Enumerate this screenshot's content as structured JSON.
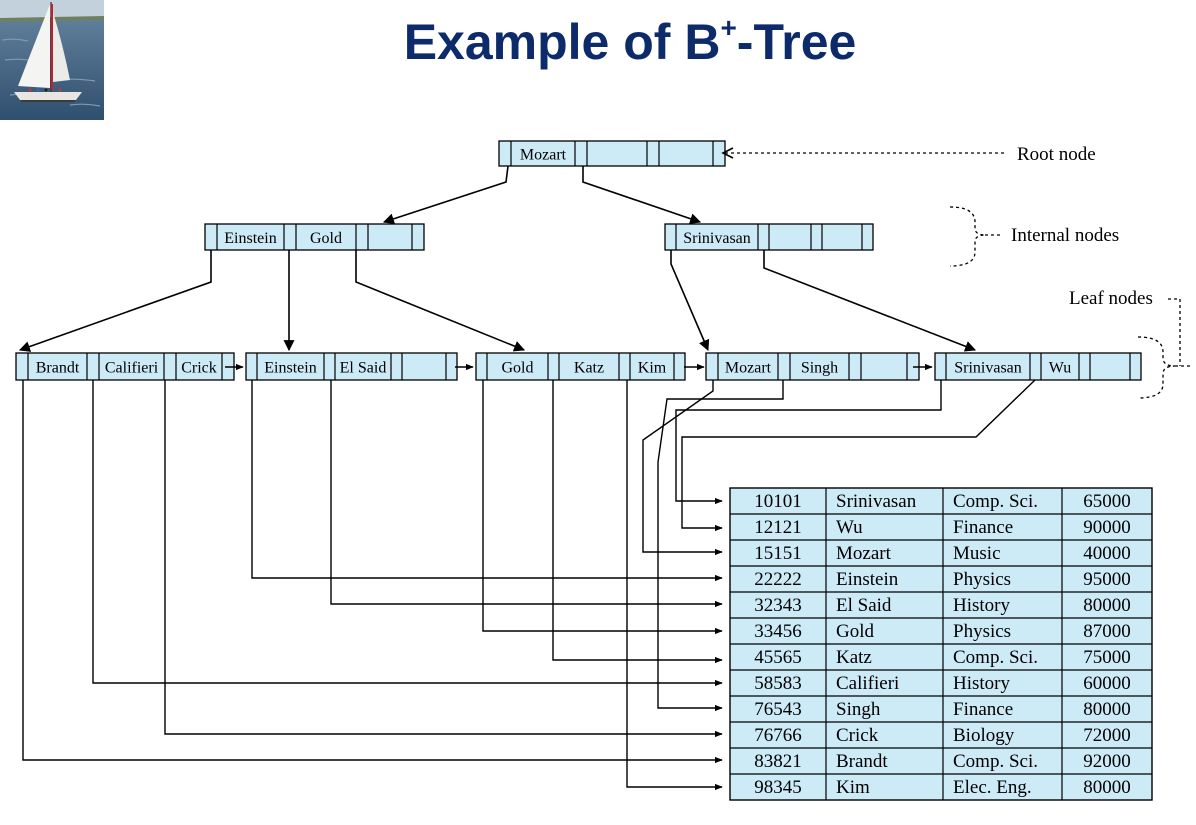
{
  "title": {
    "main": "Example of B",
    "sup": "+",
    "rest": "-Tree"
  },
  "annotations": {
    "root": "Root node",
    "internal": "Internal nodes",
    "leaf": "Leaf nodes"
  },
  "nodes": {
    "root": {
      "keys": [
        "Mozart"
      ]
    },
    "internal_left": {
      "keys": [
        "Einstein",
        "Gold"
      ]
    },
    "internal_right": {
      "keys": [
        "Srinivasan"
      ]
    },
    "leaf1": {
      "keys": [
        "Brandt",
        "Califieri",
        "Crick"
      ]
    },
    "leaf2": {
      "keys": [
        "Einstein",
        "El Said"
      ]
    },
    "leaf3": {
      "keys": [
        "Gold",
        "Katz",
        "Kim"
      ]
    },
    "leaf4": {
      "keys": [
        "Mozart",
        "Singh"
      ]
    },
    "leaf5": {
      "keys": [
        "Srinivasan",
        "Wu"
      ]
    }
  },
  "table": {
    "rows": [
      [
        "10101",
        "Srinivasan",
        "Comp. Sci.",
        "65000"
      ],
      [
        "12121",
        "Wu",
        "Finance",
        "90000"
      ],
      [
        "15151",
        "Mozart",
        "Music",
        "40000"
      ],
      [
        "22222",
        "Einstein",
        "Physics",
        "95000"
      ],
      [
        "32343",
        "El Said",
        "History",
        "80000"
      ],
      [
        "33456",
        "Gold",
        "Physics",
        "87000"
      ],
      [
        "45565",
        "Katz",
        "Comp. Sci.",
        "75000"
      ],
      [
        "58583",
        "Califieri",
        "History",
        "60000"
      ],
      [
        "76543",
        "Singh",
        "Finance",
        "80000"
      ],
      [
        "76766",
        "Crick",
        "Biology",
        "72000"
      ],
      [
        "83821",
        "Brandt",
        "Comp. Sci.",
        "92000"
      ],
      [
        "98345",
        "Kim",
        "Elec. Eng.",
        "80000"
      ]
    ]
  },
  "colors": {
    "node_fill": "#cdeaf7",
    "title": "#0d2a6b",
    "line": "#000000"
  },
  "logo": {
    "icon": "sailboat-icon"
  }
}
